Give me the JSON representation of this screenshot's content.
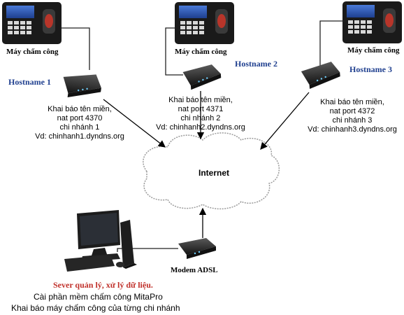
{
  "devices": {
    "clock_label": "Máy chấm công"
  },
  "branches": [
    {
      "hostname": "Hostname 1",
      "lines": [
        "Khai báo tên miền,",
        "nat port 4370",
        "chi nhánh 1",
        "Vd: chinhanh1.dyndns.org"
      ]
    },
    {
      "hostname": "Hostname 2",
      "lines": [
        "Khai báo tên miền,",
        "nat port 4371",
        "chi nhánh 2",
        "Vd: chinhanh2.dyndns.org"
      ]
    },
    {
      "hostname": "Hostname 3",
      "lines": [
        "Khai báo tên miền,",
        "nat port 4372",
        "chi nhánh 3",
        "Vd: chinhanh3.dyndns.org"
      ]
    }
  ],
  "internet_label": "Internet",
  "modem_label": "Modem ADSL",
  "server": {
    "title": "Sever quản lý, xử lý dữ liệu.",
    "line1": "Cài phần mềm chấm công MitaPro",
    "line2": "Khai báo máy chấm công của từng chi nhánh"
  }
}
